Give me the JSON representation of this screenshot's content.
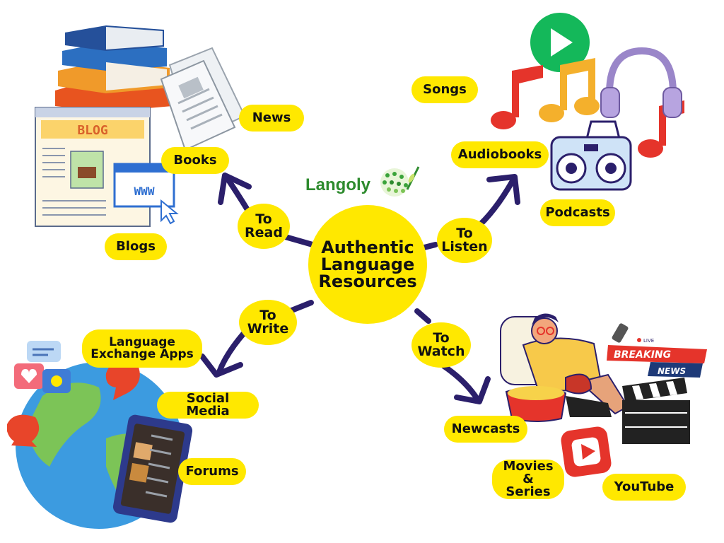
{
  "brand": "Langoly",
  "center": {
    "line1": "Authentic",
    "line2": "Language",
    "line3": "Resources"
  },
  "branches": {
    "read": {
      "line1": "To",
      "line2": "Read"
    },
    "listen": {
      "line1": "To",
      "line2": "Listen"
    },
    "write": {
      "line1": "To",
      "line2": "Write"
    },
    "watch": {
      "line1": "To",
      "line2": "Watch"
    }
  },
  "read_items": {
    "news": "News",
    "books": "Books",
    "blogs": "Blogs"
  },
  "listen_items": {
    "songs": "Songs",
    "audiobooks": "Audiobooks",
    "podcasts": "Podcasts"
  },
  "write_items": {
    "exchange_line1": "Language",
    "exchange_line2": "Exchange Apps",
    "social": "Social Media",
    "forums": "Forums"
  },
  "watch_items": {
    "newscasts": "Newcasts",
    "movies_line1": "Movies",
    "movies_line2": "& Series",
    "youtube": "YouTube"
  },
  "illustration_text": {
    "blog_banner": "BLOG",
    "www": "WWW",
    "breaking": "BREAKING",
    "news_banner": "NEWS",
    "live": "LIVE"
  },
  "colors": {
    "node": "#ffe800",
    "arrow": "#2b1f6b",
    "brand": "#2e8b2e"
  }
}
